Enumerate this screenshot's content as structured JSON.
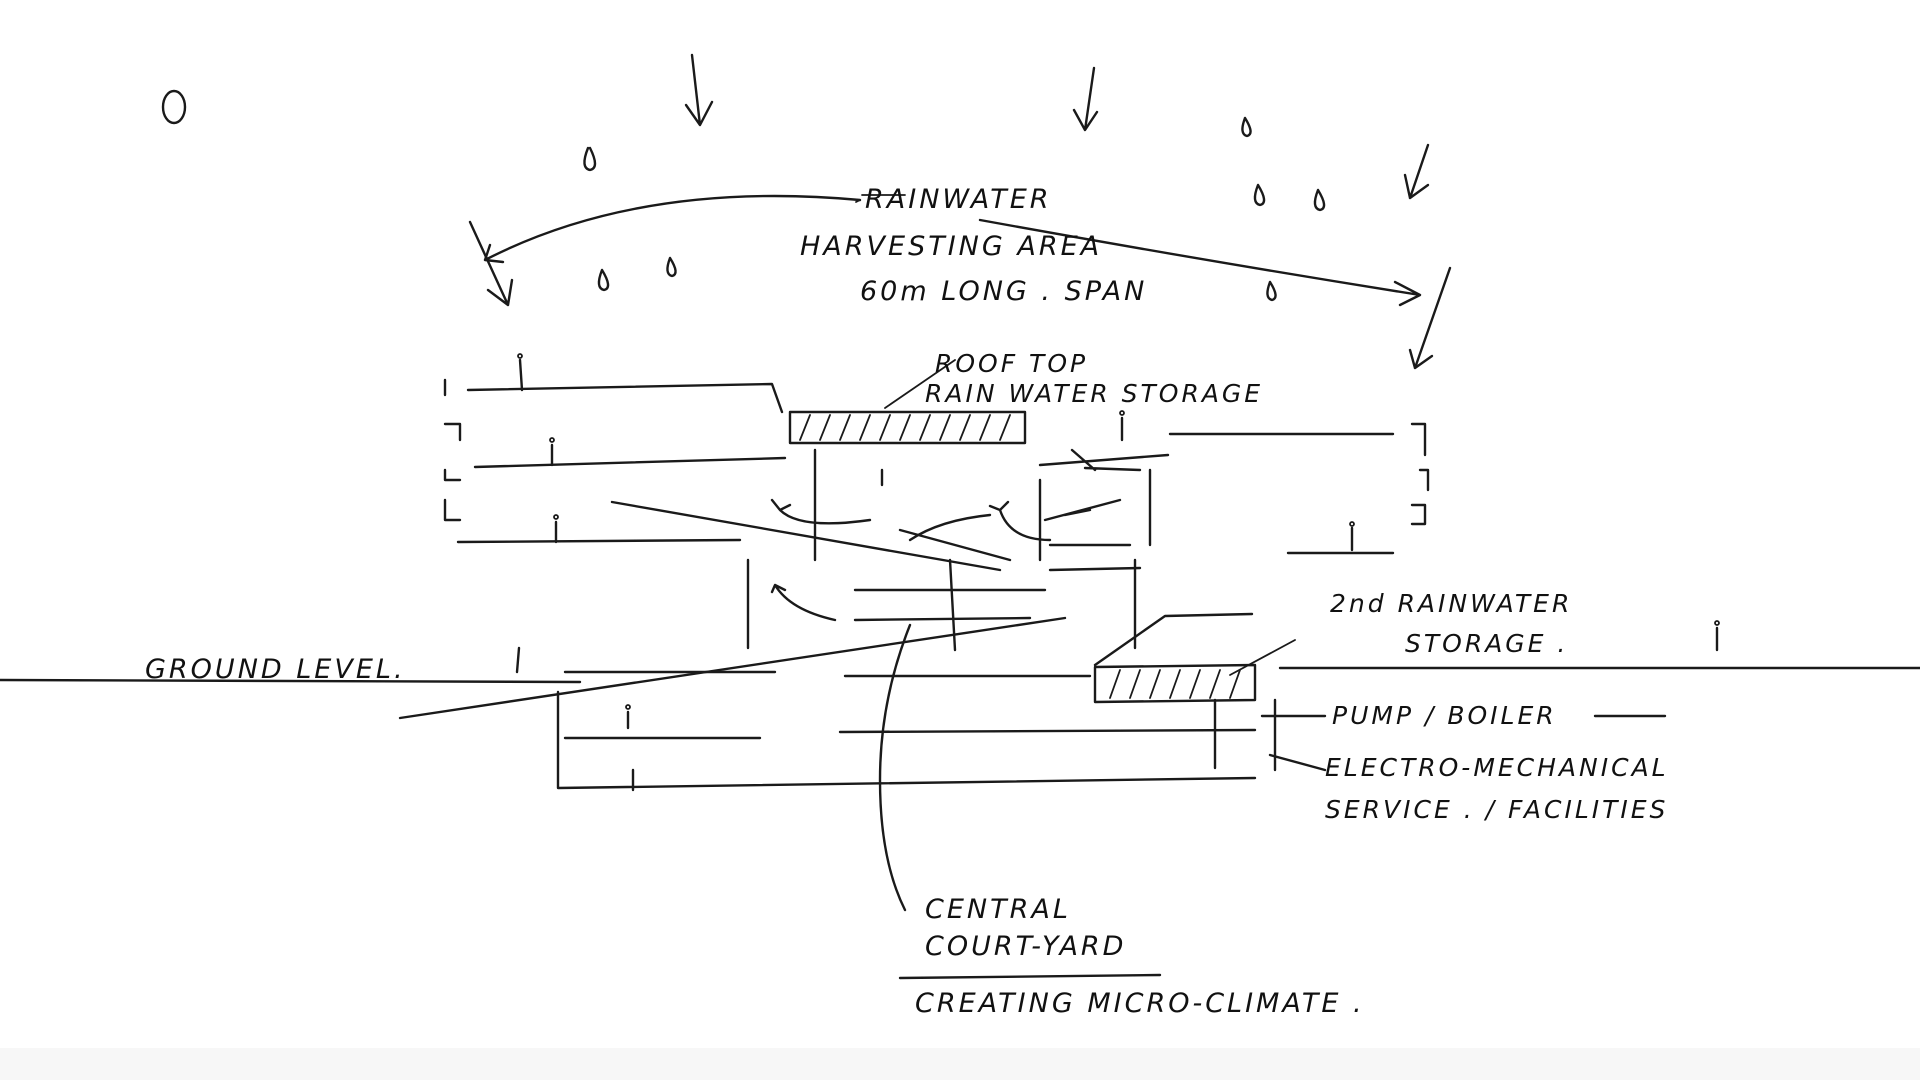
{
  "labels": {
    "rainwater": "RAINWATER",
    "harvesting_area": "HARVESTING AREA",
    "span": "60m LONG . SPAN",
    "rooftop": "ROOF TOP",
    "rooftop_storage": "RAIN WATER STORAGE",
    "second_storage_a": "2nd RAINWATER",
    "second_storage_b": "STORAGE .",
    "ground_level": "GROUND LEVEL.",
    "pump": "PUMP / BOILER",
    "electro_a": "ELECTRO-MECHANICAL",
    "electro_b": "SERVICE . / FACILITIES",
    "central_a": "CENTRAL",
    "central_b": "COURT-YARD",
    "central_c": "CREATING MICRO-CLIMATE ."
  },
  "colors": {
    "ink": "#1a1a1a",
    "paper": "#ffffff"
  }
}
